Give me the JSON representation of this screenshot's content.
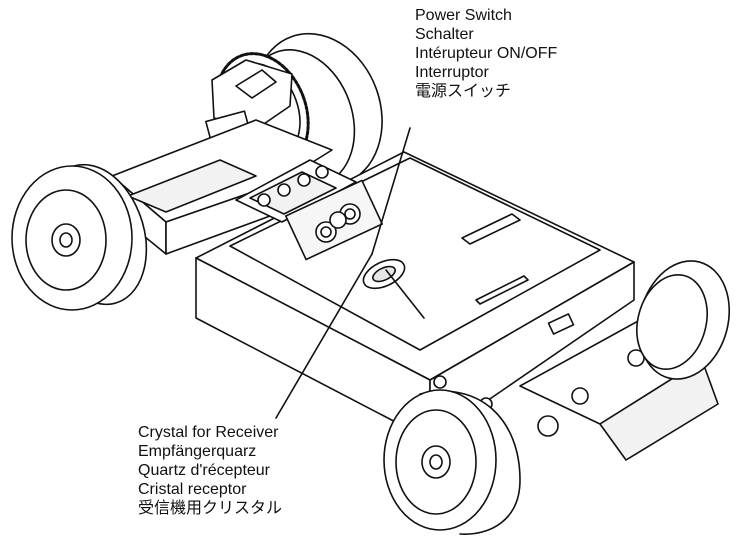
{
  "labels": {
    "power_switch": {
      "lines": [
        "Power Switch",
        "Schalter",
        "Intérupteur ON/OFF",
        "Interruptor",
        "電源スイッチ"
      ]
    },
    "crystal_receiver": {
      "lines": [
        "Crystal for Receiver",
        "Empfängerquarz",
        "Quartz d'récepteur",
        "Cristal receptor",
        "受信機用クリスタル"
      ]
    }
  },
  "colors": {
    "line": "#111111",
    "fill": "#ffffff",
    "shade": "#e6e6e6"
  }
}
